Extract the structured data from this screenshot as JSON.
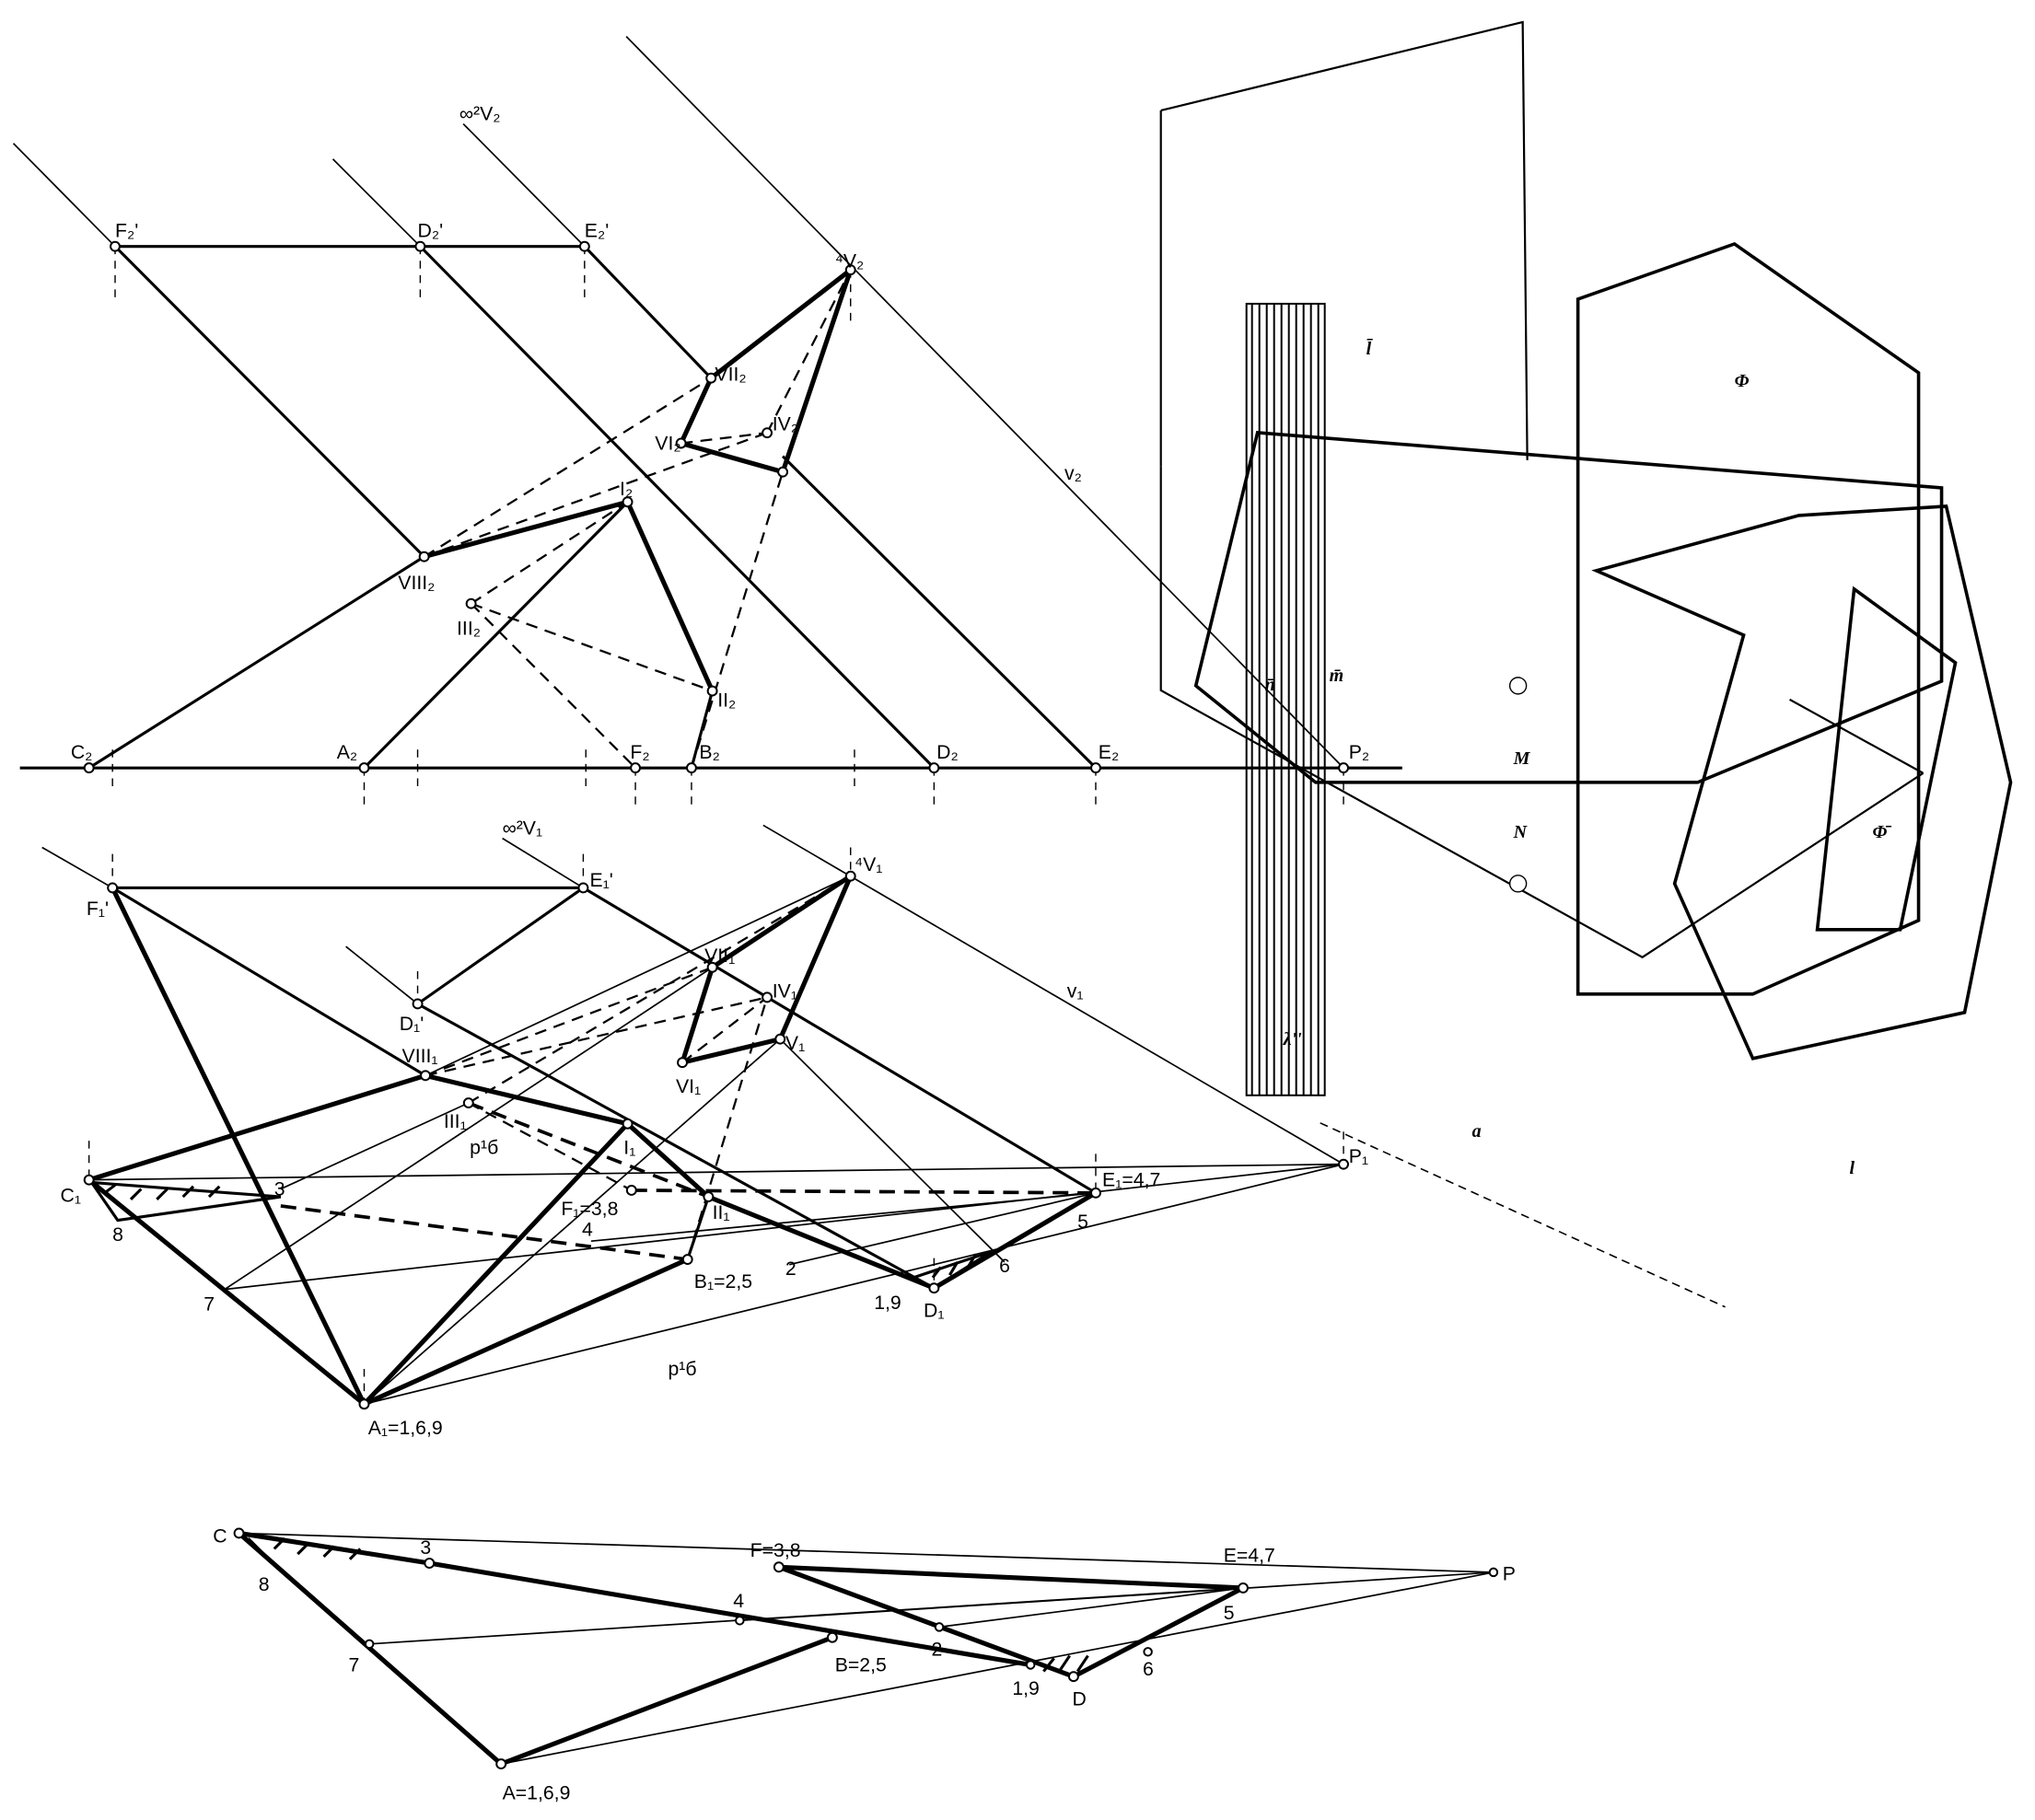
{
  "frontal_view": {
    "labels": {
      "F2p": "F₂'",
      "D2p": "D₂'",
      "E2p": "E₂'",
      "V4": "⁴V₂",
      "Vinf": "∞²V₂",
      "VII": "VII₂",
      "IV": "IV₂",
      "VI": "VI₂",
      "I": "I₂",
      "VIII": "VIII₂",
      "III": "III₂",
      "II": "II₂",
      "v": "v₂",
      "C": "C₂",
      "A": "A₂",
      "F": "F₂",
      "B": "B₂",
      "D": "D₂",
      "E": "E₂",
      "P": "P₂"
    }
  },
  "horizontal_view": {
    "labels": {
      "F1p": "F₁'",
      "E1p": "E₁'",
      "V4": "⁴V₁",
      "Vinf": "∞²V₁",
      "D1p": "D₁'",
      "VII": "VII₁",
      "IV": "IV₁",
      "V": "V₁",
      "VI": "VI₁",
      "VIII": "VIII₁",
      "III": "III₁",
      "I": "I₁",
      "C": "C₁",
      "F": "F₁=3,8",
      "II": "II₁",
      "E": "E₁=4,7",
      "P": "P₁",
      "B": "B₁=2,5",
      "D": "D₁",
      "A": "A₁=1,6,9",
      "n8": "8",
      "n7": "7",
      "n3": "3",
      "n4": "4",
      "n2": "2",
      "n19": "1,9",
      "n6": "6",
      "n5": "5",
      "p1": "p¹б",
      "p2": "p¹б",
      "v": "v₁"
    }
  },
  "development": {
    "labels": {
      "C": "C",
      "n3": "3",
      "F": "F=3,8",
      "E": "E=4,7",
      "P": "P",
      "n8": "8",
      "n7": "7",
      "n4": "4",
      "B": "B=2,5",
      "n2": "2",
      "n19": "1,9",
      "D": "D",
      "n6": "6",
      "n5": "5",
      "A": "A=1,6,9"
    }
  },
  "isometric_sketch": {
    "labels": {
      "l_bar": "l̄",
      "phi": "Φ",
      "n_bar": "n̄",
      "m_bar": "m̄",
      "M": "M",
      "N": "N",
      "phi_bar": "Φ̄",
      "lambda": "λ''",
      "a": "a",
      "l": "l"
    }
  }
}
